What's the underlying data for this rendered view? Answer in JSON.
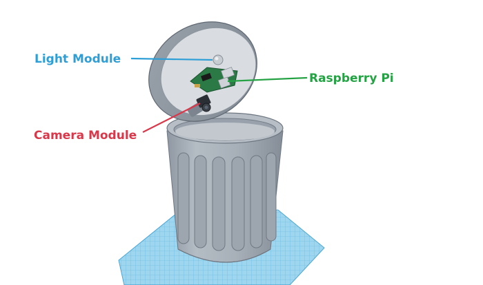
{
  "labels": {
    "light_module": "Light Module",
    "raspberry_pi": "Raspberry Pi",
    "camera_module": "Camera Module"
  },
  "colors": {
    "light_module": "#2e9fd6",
    "raspberry_pi": "#25a244",
    "camera_module": "#d9384a",
    "can_body": "#a9b1ba",
    "can_shadow": "#7e8892",
    "grid": "#7ec8e8",
    "pcb": "#1f6b3a"
  }
}
